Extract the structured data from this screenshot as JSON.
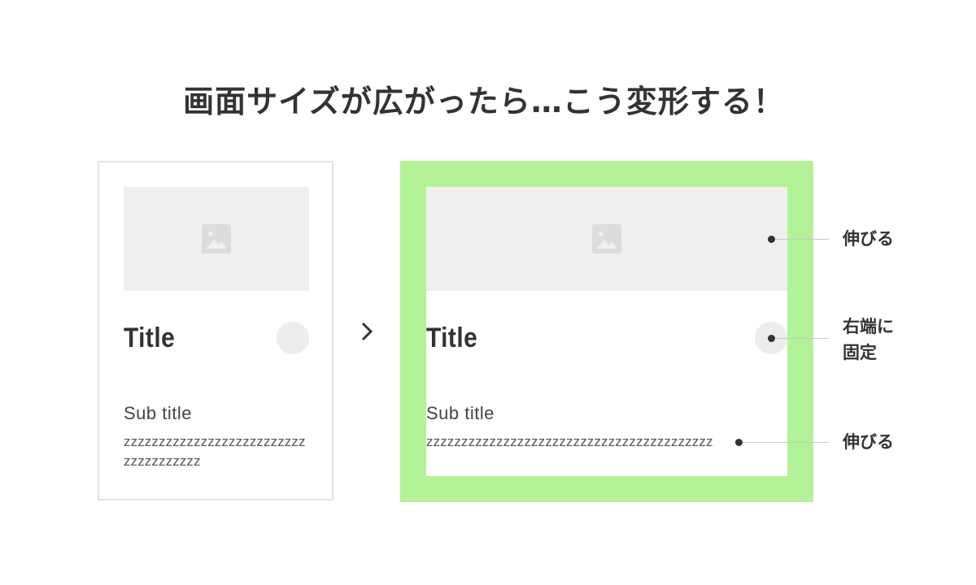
{
  "headline": "画面サイズが広がったら…こう変形する！",
  "card_small": {
    "title": "Title",
    "subtitle": "Sub title",
    "body": "zzzzzzzzzzzzzzzzzzzzzzzzzzzzzzzzzzzzz"
  },
  "card_large": {
    "title": "Title",
    "subtitle": "Sub title",
    "body": "zzzzzzzzzzzzzzzzzzzzzzzzzzzzzzzzzzzzzzzzz"
  },
  "annotations": {
    "image_stretch": "伸びる",
    "button_fixed": "右端に\n固定",
    "text_stretch": "伸びる"
  },
  "colors": {
    "highlight": "#b3f297",
    "placeholder": "#efefef",
    "text": "#333333"
  }
}
